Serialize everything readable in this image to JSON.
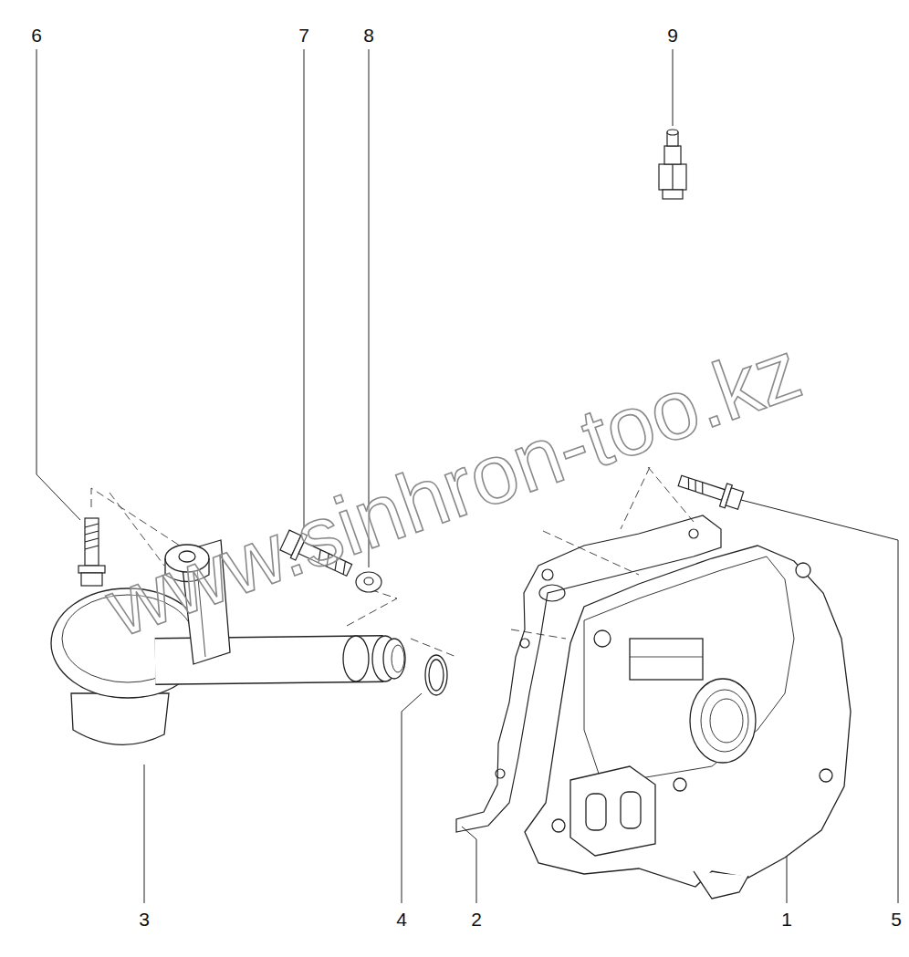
{
  "diagram": {
    "labels": [
      "6",
      "7",
      "8",
      "9",
      "3",
      "4",
      "2",
      "1",
      "5",
      "www.sinhron-too.kz"
    ]
  }
}
